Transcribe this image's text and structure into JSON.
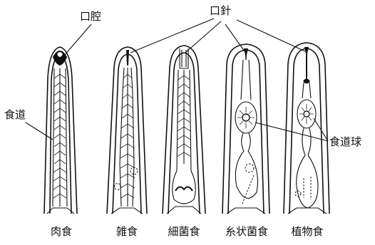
{
  "labels": {
    "mouth_cavity": "口腔",
    "stylet": "口針",
    "esophagus": "食道",
    "esophageal_bulb": "食道球"
  },
  "captions": [
    "肉食",
    "雑食",
    "細菌食",
    "糸状菌食",
    "植物食"
  ]
}
